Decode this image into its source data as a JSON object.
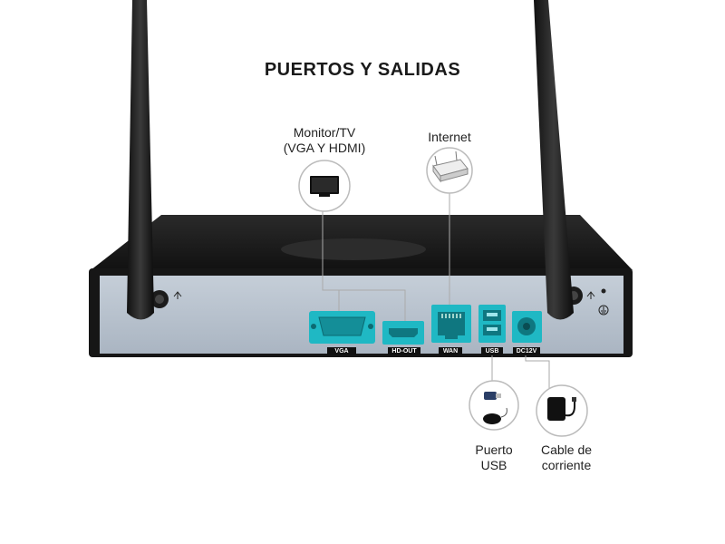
{
  "title": "PUERTOS Y SALIDAS",
  "callouts": {
    "monitor_line1": "Monitor/TV",
    "monitor_line2": "(VGA Y HDMI)",
    "internet": "Internet",
    "usb_line1": "Puerto",
    "usb_line2": "USB",
    "power_line1": "Cable de",
    "power_line2": "corriente"
  },
  "ports": {
    "vga": "VGA",
    "hdmi": "HD-OUT",
    "wan": "WAN",
    "usb": "USB",
    "dc": "DC12V"
  },
  "colors": {
    "highlight": "#1fb8c4",
    "device_body": "#1e1e1e",
    "panel": "#b9c3cf"
  }
}
